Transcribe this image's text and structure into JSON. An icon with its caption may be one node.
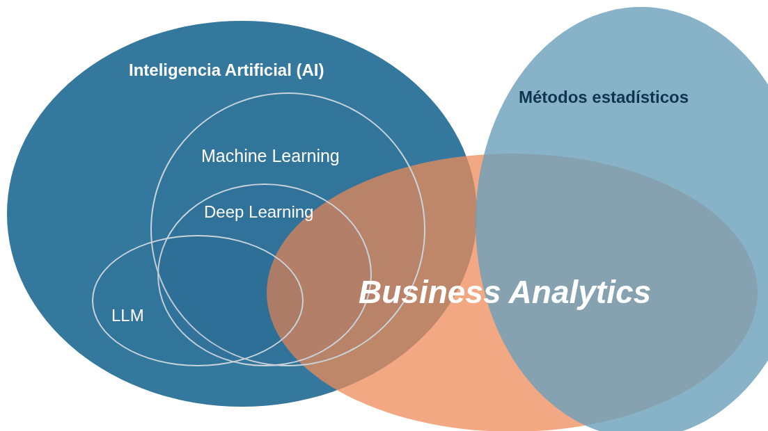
{
  "diagram": {
    "nodes": [
      {
        "text": [
          "Inteligencia Artificial (AI)"
        ]
      },
      {
        "text": [
          "Machine Learning"
        ],
        "in": 0
      },
      {
        "text": [
          "Deep Learning"
        ],
        "in": 1
      },
      {
        "text": [
          "LLM"
        ],
        "in": 0
      },
      {
        "text": [
          "Métodos estadísticos"
        ]
      },
      {
        "text": [
          "Business Analytics"
        ]
      }
    ],
    "edges": []
  }
}
